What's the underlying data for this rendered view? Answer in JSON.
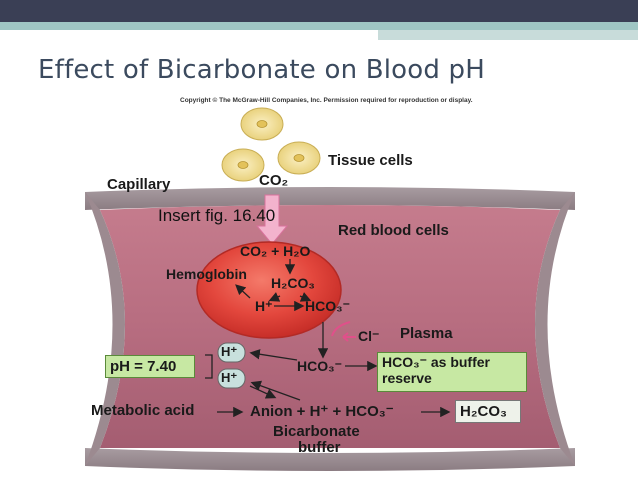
{
  "slide": {
    "title": "Effect of Bicarbonate on Blood pH",
    "copyright": "Copyright © The McGraw-Hill Companies, Inc. Permission required for reproduction or display."
  },
  "figure": {
    "insert_note": "Insert fig. 16.40",
    "tissue_cells": "Tissue cells",
    "co2_top": "CO₂",
    "capillary": "Capillary",
    "red_blood_cells": "Red blood cells",
    "reaction": "CO₂ + H₂O",
    "hemoglobin": "Hemoglobin",
    "h2co3": "H₂CO₃",
    "h_plus_rbc": "H⁺",
    "hco3_rbc": "HCO₃⁻",
    "cl_minus": "Cl⁻",
    "plasma": "Plasma",
    "ph_value": "pH = 7.40",
    "h_plus_1": "H⁺",
    "h_plus_2": "H⁺",
    "hco3_plasma": "HCO₃⁻",
    "buffer_reserve_line1": "HCO₃⁻ as buffer",
    "buffer_reserve_line2": "reserve",
    "metabolic_acid": "Metabolic acid",
    "anion_equation": "Anion + H⁺ + HCO₃⁻",
    "h2co3_result": "H₂CO₃",
    "bicarbonate": "Bicarbonate",
    "buffer": "buffer"
  },
  "colors": {
    "vessel": "#b0677a",
    "vessel_wall": "#9c8a90",
    "rbc": "#e2403a",
    "cells": "#f4e3a1",
    "green_box": "#c7e8a3",
    "arrow_pink": "#e0508a"
  }
}
